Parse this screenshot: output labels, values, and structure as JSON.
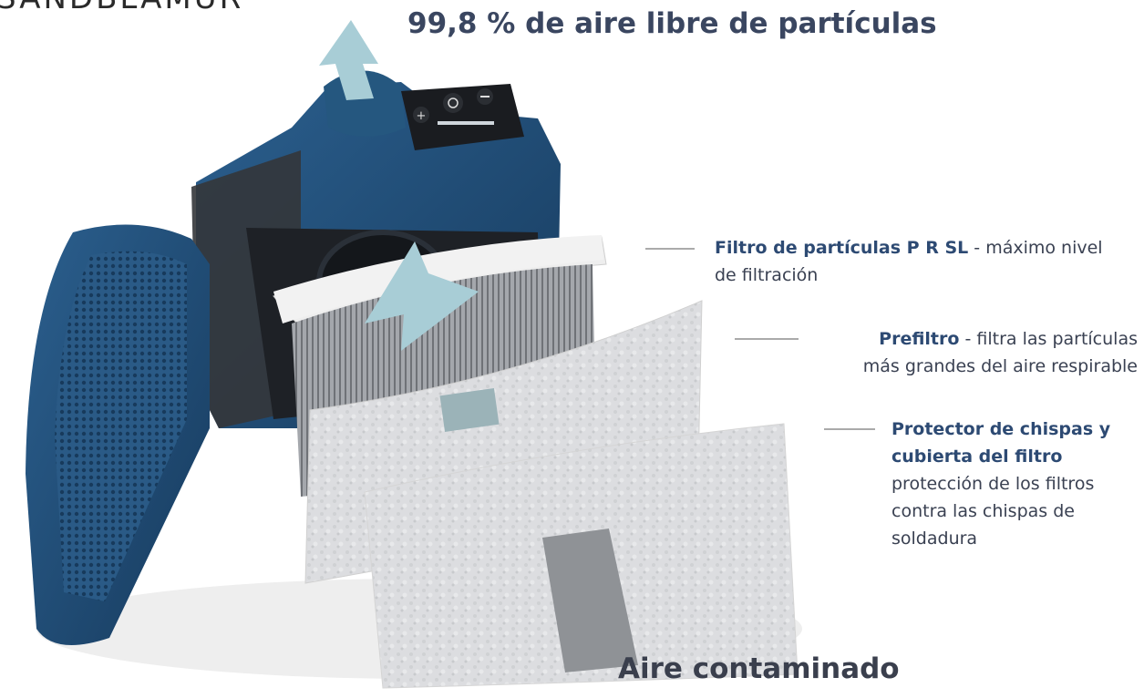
{
  "header_fragment": "SANDBLAMUR",
  "top_label": "99,8 % de aire libre de partículas",
  "bottom_label": "Aire contaminado",
  "callouts": [
    {
      "title": "Filtro de partículas P R SL",
      "sep": " - ",
      "line1_rest": "máximo nivel",
      "line2": "de filtración"
    },
    {
      "title": "Prefiltro",
      "sep": " - ",
      "line1_rest": "filtra las partículas",
      "line2": "más grandes del aire respirable"
    },
    {
      "title_line1": "Protector de chispas y",
      "title_line2": "cubierta del filtro",
      "lines": [
        "protección de los filtros",
        "contra las chispas de",
        "soldadura"
      ]
    }
  ],
  "colors": {
    "housing_blue": "#1f4f7a",
    "accent_text": "#2d4a73",
    "arrow": "#a8cdd6",
    "filter_gray": "#8f9296"
  },
  "icons": [
    "plus-icon",
    "power-icon",
    "minus-icon"
  ]
}
